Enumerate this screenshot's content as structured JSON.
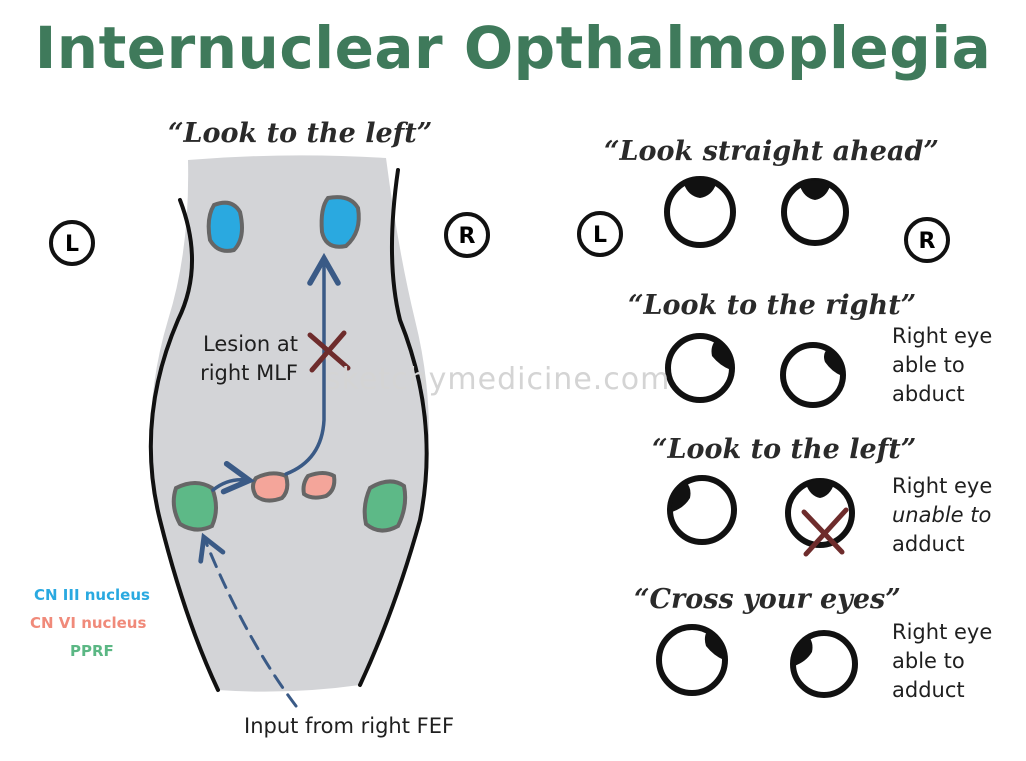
{
  "title": "Internuclear Opthalmoplegia",
  "brainstem": {
    "heading": "“Look to the left”",
    "left_side": "L",
    "right_side": "R",
    "lesion_label_line1": "Lesion at",
    "lesion_label_line2": "right MLF",
    "input_label": "Input from right FEF",
    "watermark": "sketchymedicine.com"
  },
  "legend": [
    {
      "label": "CN III nucleus",
      "color": "#2aa9e0"
    },
    {
      "label": "CN VI nucleus",
      "color": "#f08a7a"
    },
    {
      "label": "PPRF",
      "color": "#5bb784"
    }
  ],
  "colors": {
    "title": "#3f7a5b",
    "brainstem_fill": "#d3d4d7",
    "cn3": "#2aa9e0",
    "cn6": "#f4a59a",
    "pprf": "#5db987",
    "pathway": "#3a5a86",
    "lesion_x": "#6e2c2c",
    "nucleus_outline": "#666666"
  },
  "gaze": {
    "left_side": "L",
    "right_side": "R",
    "panels": [
      {
        "heading": "“Look straight ahead”",
        "note_line1": "",
        "note_line2": "",
        "note_line3": ""
      },
      {
        "heading": "“Look to the right”",
        "note_line1": "Right eye",
        "note_line2": "able to",
        "note_line3": "abduct"
      },
      {
        "heading": "“Look to the left”",
        "note_line1": "Right eye",
        "note_line2": "unable to",
        "note_line3": "adduct"
      },
      {
        "heading": "“Cross your eyes”",
        "note_line1": "Right eye",
        "note_line2": "able to",
        "note_line3": "adduct"
      }
    ]
  }
}
